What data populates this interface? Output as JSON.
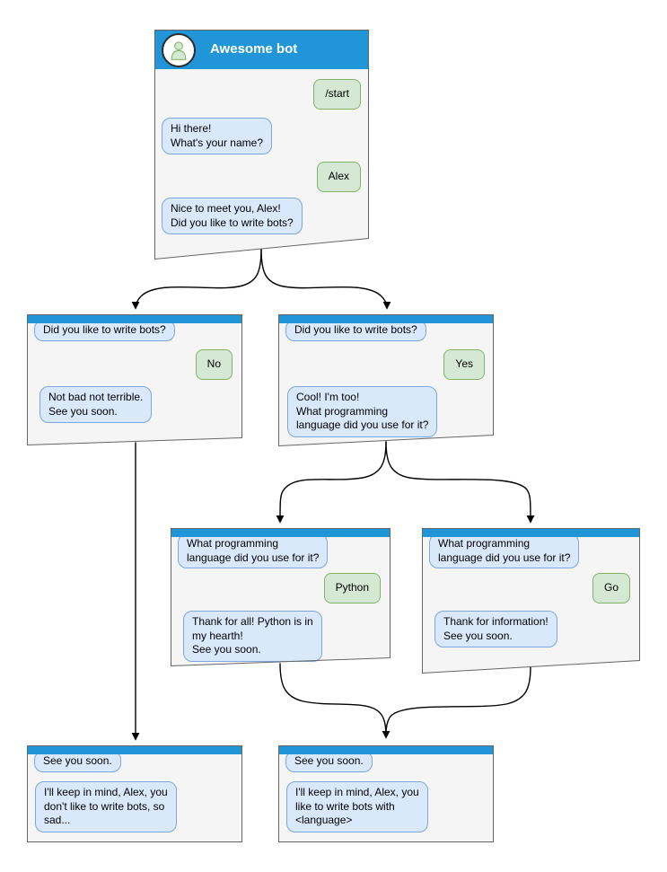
{
  "colors": {
    "header_blue": "#2096d9",
    "window_fill": "#f5f5f5",
    "window_border": "#666666",
    "bot_bubble_fill": "#dae8fc",
    "bot_bubble_border": "#7da7dd",
    "user_bubble_fill": "#d5e8d4",
    "user_bubble_border": "#82b366",
    "arrow": "#000000",
    "title_text": "#ffffff"
  },
  "icons": {
    "avatar": "person-icon"
  },
  "windows": {
    "main": {
      "title": "Awesome bot",
      "messages": [
        {
          "role": "user",
          "text": "/start"
        },
        {
          "role": "bot",
          "text": "Hi there!\nWhat's your name?"
        },
        {
          "role": "user",
          "text": "Alex"
        },
        {
          "role": "bot",
          "text": "Nice to meet you, Alex!\nDid you like to write bots?"
        }
      ]
    },
    "branch_no": {
      "messages": [
        {
          "role": "bot",
          "text": "Did you like to write bots?"
        },
        {
          "role": "user",
          "text": "No"
        },
        {
          "role": "bot",
          "text": "Not bad not terrible.\nSee you soon."
        }
      ]
    },
    "branch_yes": {
      "messages": [
        {
          "role": "bot",
          "text": "Did you like to write bots?"
        },
        {
          "role": "user",
          "text": "Yes"
        },
        {
          "role": "bot",
          "text": "Cool! I'm too!\nWhat programming\nlanguage did you use for it?"
        }
      ]
    },
    "branch_python": {
      "messages": [
        {
          "role": "bot",
          "text": "What programming\nlanguage did you use for it?"
        },
        {
          "role": "user",
          "text": "Python"
        },
        {
          "role": "bot",
          "text": "Thank for all! Python is in\nmy hearth!\nSee you soon."
        }
      ]
    },
    "branch_go": {
      "messages": [
        {
          "role": "bot",
          "text": "What programming\nlanguage did you use for it?"
        },
        {
          "role": "user",
          "text": "Go"
        },
        {
          "role": "bot",
          "text": "Thank for information!\nSee you soon."
        }
      ]
    },
    "end_no": {
      "messages": [
        {
          "role": "bot",
          "text": "See you soon."
        },
        {
          "role": "bot",
          "text": "I'll keep in mind, Alex, you\ndon't like to write bots, so\nsad..."
        }
      ]
    },
    "end_yes": {
      "messages": [
        {
          "role": "bot",
          "text": "See you soon."
        },
        {
          "role": "bot",
          "text": "I'll keep in mind, Alex, you\nlike to write bots with\n<language>"
        }
      ]
    }
  }
}
